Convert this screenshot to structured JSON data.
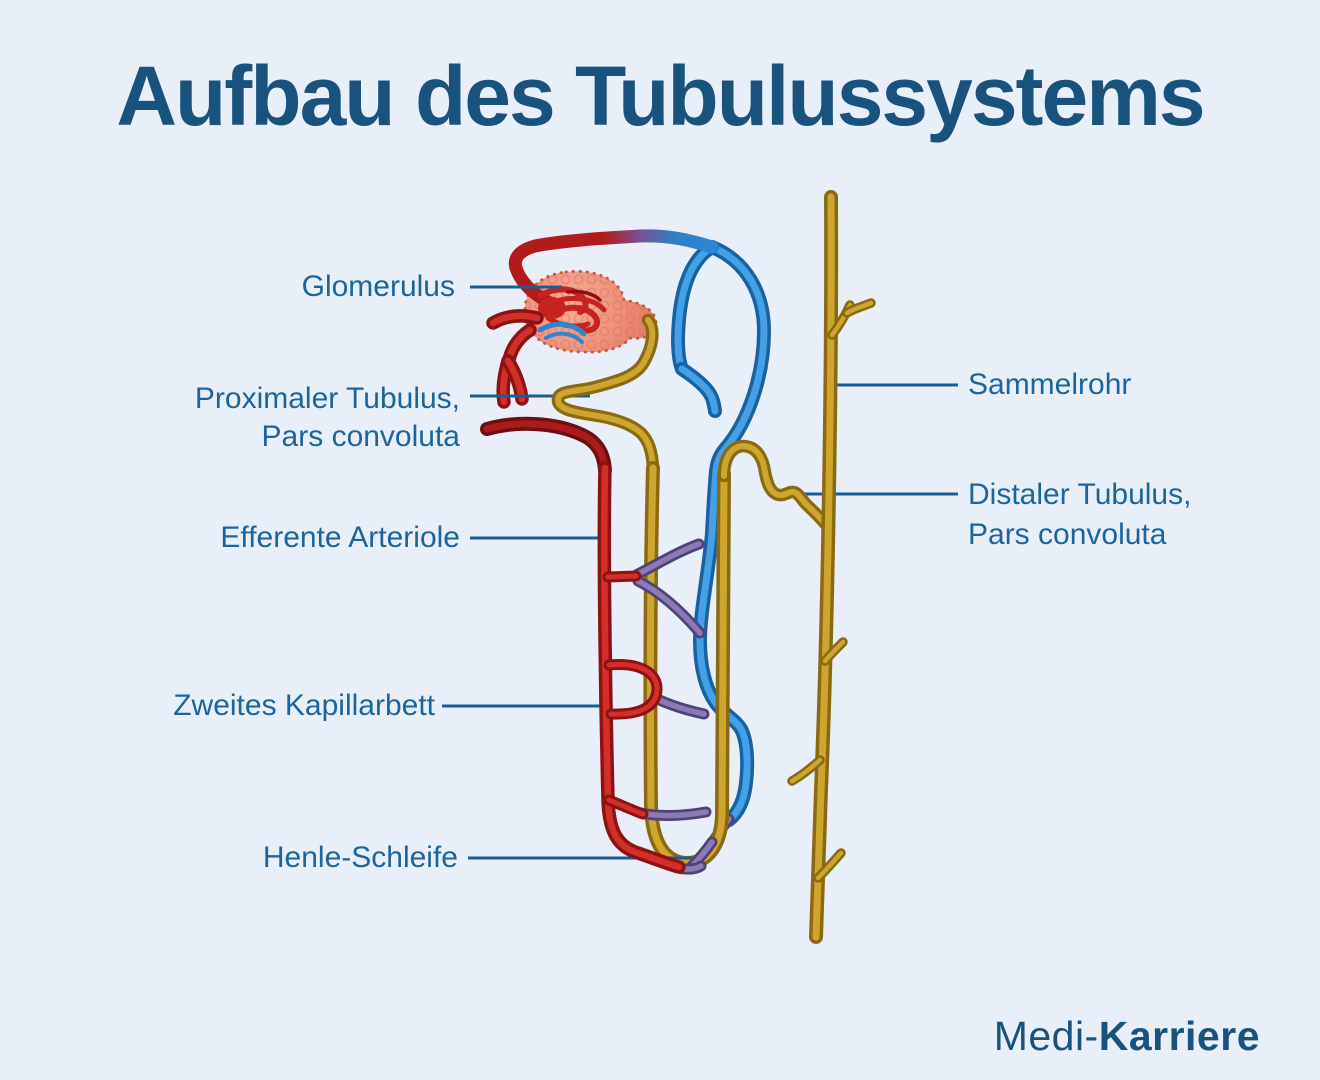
{
  "title": "Aufbau des Tubulussystems",
  "brand": {
    "part1": "Medi-",
    "part2": "Karriere"
  },
  "annotations": {
    "glomerulus": {
      "text": "Glomerulus"
    },
    "proximal_tubule": {
      "line1": "Proximaler Tubulus,",
      "line2": "Pars convoluta"
    },
    "efferent_arteriole": {
      "text": "Efferente Arteriole"
    },
    "second_capillary_bed": {
      "text": "Zweites Kapillarbett"
    },
    "henle_loop": {
      "text": "Henle-Schleife"
    },
    "collecting_duct": {
      "text": "Sammelrohr"
    },
    "distal_tubule": {
      "line1": "Distaler Tubulus,",
      "line2": "Pars convoluta"
    }
  },
  "colors": {
    "background": "#e9eff8",
    "title": "#1a527e",
    "label": "#1b649f",
    "leader_line": "#1a5c94",
    "artery_red": "#c42320",
    "vein_blue": "#2e86d2",
    "tubule_gold": "#b8922a",
    "capillary_purple": "#7b5fa0",
    "glomerulus_fill": "#f0937e"
  }
}
